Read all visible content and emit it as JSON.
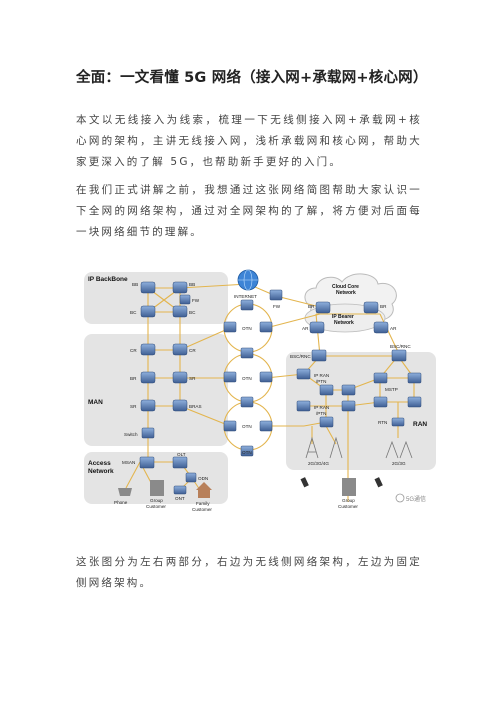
{
  "article": {
    "title": "全面：一文看懂 5G 网络（接入网+承载网+核心网）",
    "p1": "本文以无线接入为线索，梳理一下无线侧接入网+承载网+核心网的架构，主讲无线接入网，浅析承载网和核心网，帮助大家更深入的了解 5G，也帮助新手更好的入门。",
    "p2": "在我们正式讲解之前，我想通过这张网络简图帮助大家认识一下全网的网络架构，通过对全网架构的了解，将方便对后面每一块网络细节的理解。",
    "p3": "这张图分为左右两部分，右边为无线侧网络架构，左边为固定侧网络架构。"
  },
  "diagram": {
    "regions": {
      "ip_backbone": "IP BackBone",
      "man": "MAN",
      "access": "Access",
      "access2": "Network",
      "ran": "RAN",
      "cloud": "Cloud Core",
      "cloud2": "Network",
      "ip_bearer": "IP Bearer",
      "ip_bearer2": "Network"
    },
    "labels": {
      "bb1": "BB",
      "bb2": "BB",
      "bc1": "BC",
      "bc2": "BC",
      "fw1": "FW",
      "fw2": "FW",
      "internet": "INTERNET",
      "cr1": "CR",
      "cr2": "CR",
      "br1": "BR",
      "sr1": "SR",
      "sr2": "SR",
      "bras": "BRAS",
      "switch": "Switch",
      "msan": "MSAN",
      "olt": "OLT",
      "odn": "ODN",
      "ont": "ONT",
      "phone": "Phone",
      "group1": "Group",
      "group1b": "Customer",
      "family": "Family",
      "familyb": "Customer",
      "otn1": "OTN",
      "otn2": "OTN",
      "otn3": "OTN",
      "otn4": "OTN",
      "cbr1": "BR",
      "cbr2": "BR",
      "ar1": "AR",
      "ar2": "AR",
      "bscrnc1": "BSC/RNC",
      "bscrnc2": "BSC/RNC",
      "ipran1": "IP RAN",
      "ipran1b": "/PTN",
      "ipran2": "IP RAN",
      "ipran2b": "/PTN",
      "mstp": "MSTP",
      "rtn": "RTN",
      "g1": "2G/3G/4G",
      "g2": "2G/3G",
      "group2": "Group",
      "group2b": "Customer",
      "watermark": "5G通信"
    },
    "colors": {
      "region": "#e6e6e6",
      "link": "#e8b84a",
      "node": "#5b7fb5"
    }
  }
}
